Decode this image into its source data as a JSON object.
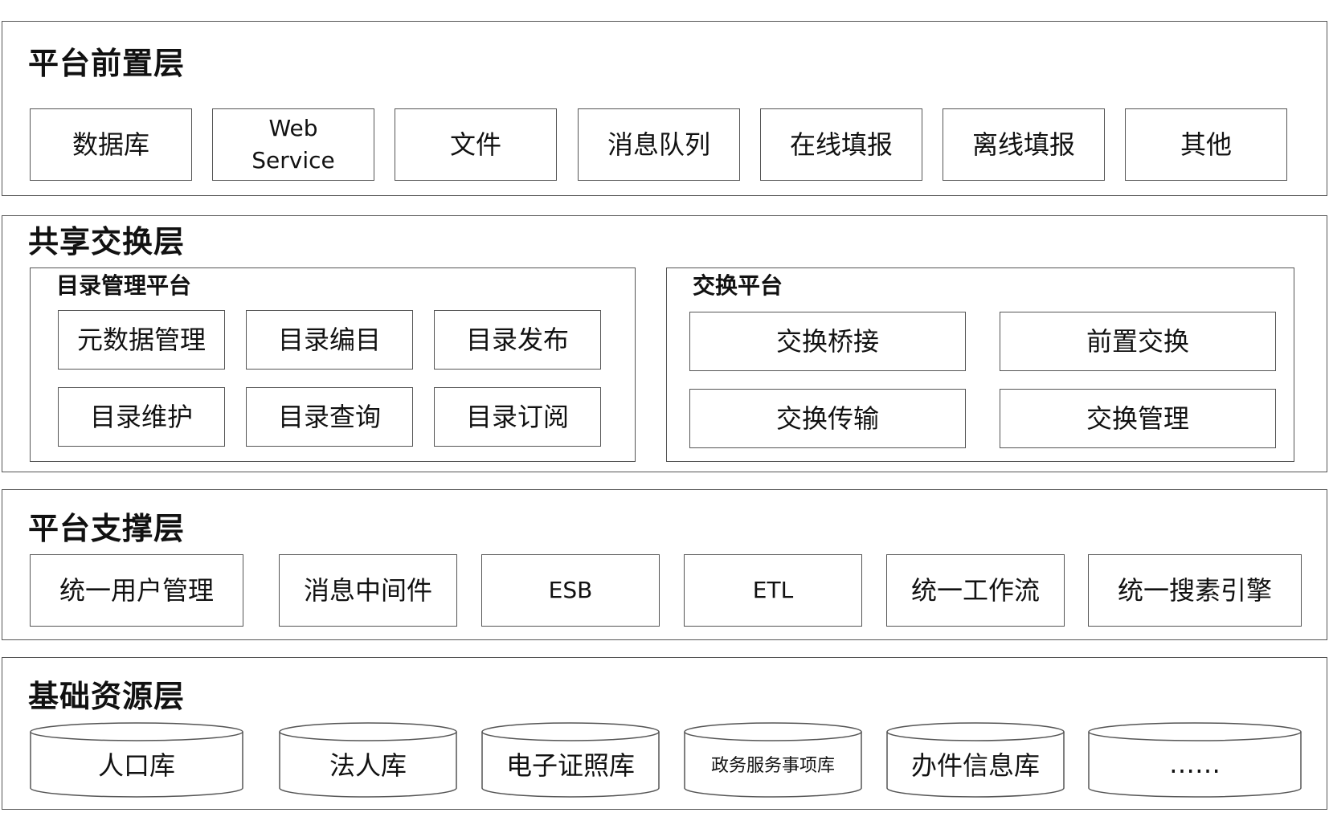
{
  "layers": {
    "front": {
      "title": "平台前置层",
      "items": [
        "数据库",
        "Web Service",
        "文件",
        "消息队列",
        "在线填报",
        "离线填报",
        "其他"
      ]
    },
    "exchange": {
      "title": "共享交换层",
      "catalog": {
        "title": "目录管理平台",
        "items": [
          "元数据管理",
          "目录编目",
          "目录发布",
          "目录维护",
          "目录查询",
          "目录订阅"
        ]
      },
      "platform": {
        "title": "交换平台",
        "items": [
          "交换桥接",
          "前置交换",
          "交换传输",
          "交换管理"
        ]
      }
    },
    "support": {
      "title": "平台支撑层",
      "items": [
        "统一用户管理",
        "消息中间件",
        "ESB",
        "ETL",
        "统一工作流",
        "统一搜素引擎"
      ]
    },
    "resource": {
      "title": "基础资源层",
      "items": [
        "人口库",
        "法人库",
        "电子证照库",
        "政务服务事项库",
        "办件信息库",
        "……"
      ]
    }
  }
}
